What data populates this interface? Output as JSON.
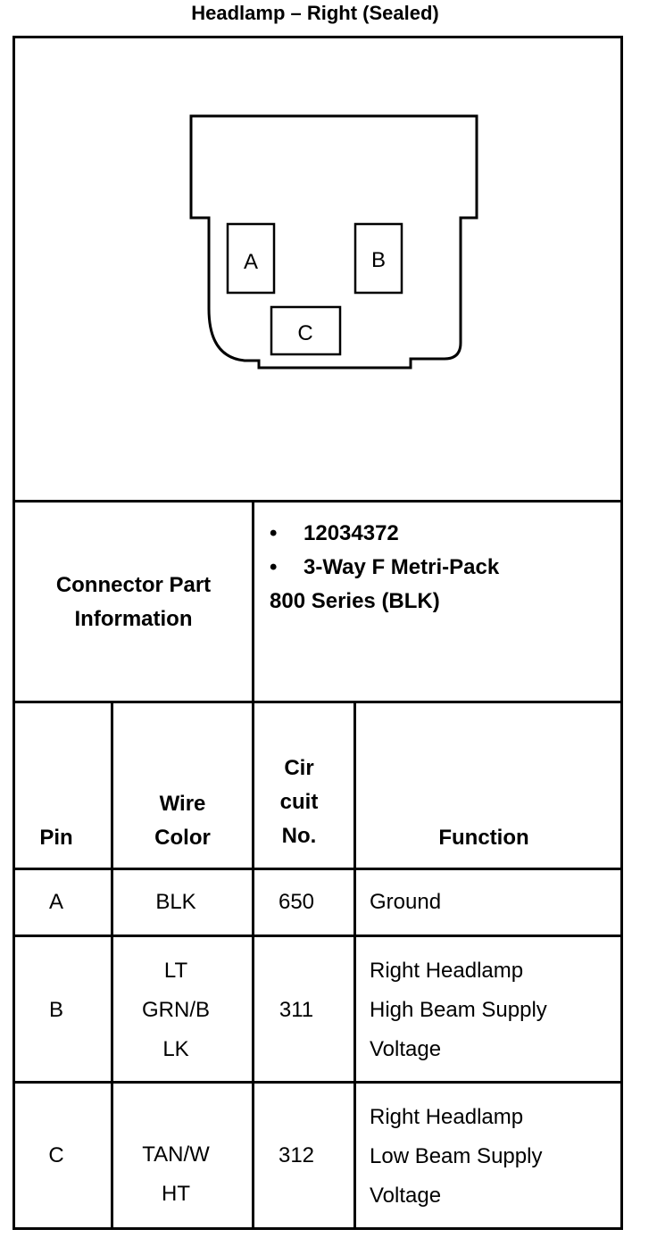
{
  "title": "Headlamp – Right (Sealed)",
  "connector": {
    "diagram_pins": [
      "A",
      "B",
      "C"
    ],
    "label_line1": "Connector Part",
    "label_line2": "Information",
    "bullets": [
      "12034372",
      "3-Way F Metri-Pack"
    ],
    "continuation": "800 Series (BLK)"
  },
  "table": {
    "headers": {
      "pin": "Pin",
      "wire_color": [
        "Wire",
        "Color"
      ],
      "circuit": [
        "Cir",
        "cuit",
        "No."
      ],
      "function": "Function"
    },
    "rows": [
      {
        "pin": "A",
        "wire": [
          "BLK"
        ],
        "circuit": "650",
        "function": [
          "Ground"
        ]
      },
      {
        "pin": "B",
        "wire": [
          "LT",
          "GRN/B",
          "LK"
        ],
        "circuit": "311",
        "function": [
          "Right Headlamp",
          "High Beam Supply",
          "Voltage"
        ]
      },
      {
        "pin": "C",
        "wire": [
          "TAN/W",
          "HT"
        ],
        "circuit": "312",
        "function": [
          "Right Headlamp",
          "Low Beam Supply",
          "Voltage"
        ]
      }
    ]
  }
}
